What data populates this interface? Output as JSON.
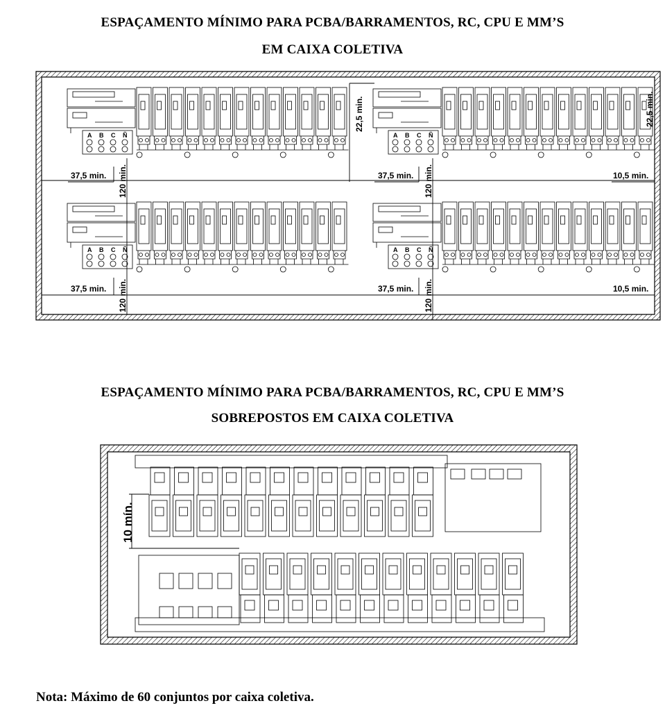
{
  "section1": {
    "title_line1": "ESPAÇAMENTO MÍNIMO PARA PCBA/BARRAMENTOS, RC, CPU E MM’S",
    "title_line2": "EM CAIXA COLETIVA",
    "dimensions": {
      "left_gap": "37,5 min.",
      "right_gap": "10,5 min.",
      "vertical_gap": "120 min.",
      "top_gap": "22,5 min."
    },
    "phase_labels": [
      "A",
      "B",
      "C",
      "Ñ"
    ]
  },
  "section2": {
    "title_line1": "ESPAÇAMENTO MÍNIMO PARA PCBA/BARRAMENTOS, RC, CPU E MM’S",
    "title_line2": "SOBREPOSTOS EM CAIXA COLETIVA",
    "dimensions": {
      "row_gap": "10 mín."
    }
  },
  "note": "Nota: Máximo de 60 conjuntos por caixa coletiva.",
  "colors": {
    "line": "#000000",
    "hatch": "#000000",
    "background": "#ffffff"
  }
}
